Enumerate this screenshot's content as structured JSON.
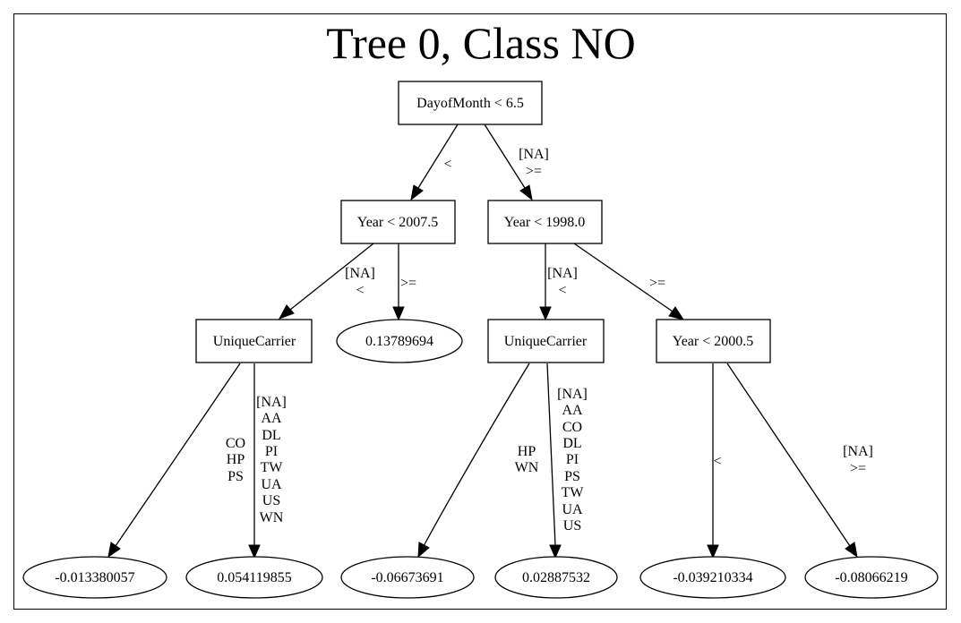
{
  "title": "Tree 0, Class NO",
  "nodes": {
    "n0": "DayofMonth < 6.5",
    "n1": "Year < 2007.5",
    "n2": "Year < 1998.0",
    "n3": "UniqueCarrier",
    "n4": "0.13789694",
    "n5": "UniqueCarrier",
    "n6": "Year < 2000.5",
    "l1": "-0.013380057",
    "l2": "0.054119855",
    "l3": "-0.06673691",
    "l4": "0.02887532",
    "l5": "-0.039210334",
    "l6": "-0.08066219"
  },
  "edges": {
    "e0_1": [
      "<"
    ],
    "e0_2": [
      "[NA]",
      ">="
    ],
    "e1_3": [
      "[NA]",
      "<"
    ],
    "e1_4": [
      ">="
    ],
    "e2_5": [
      "[NA]",
      "<"
    ],
    "e2_6": [
      ">="
    ],
    "e3_l1": [
      "CO",
      "HP",
      "PS"
    ],
    "e3_l2": [
      "[NA]",
      "AA",
      "DL",
      "PI",
      "TW",
      "UA",
      "US",
      "WN"
    ],
    "e5_l3": [
      "HP",
      "WN"
    ],
    "e5_l4": [
      "[NA]",
      "AA",
      "CO",
      "DL",
      "PI",
      "PS",
      "TW",
      "UA",
      "US"
    ],
    "e6_l5": [
      "<"
    ],
    "e6_l6": [
      "[NA]",
      ">="
    ]
  }
}
